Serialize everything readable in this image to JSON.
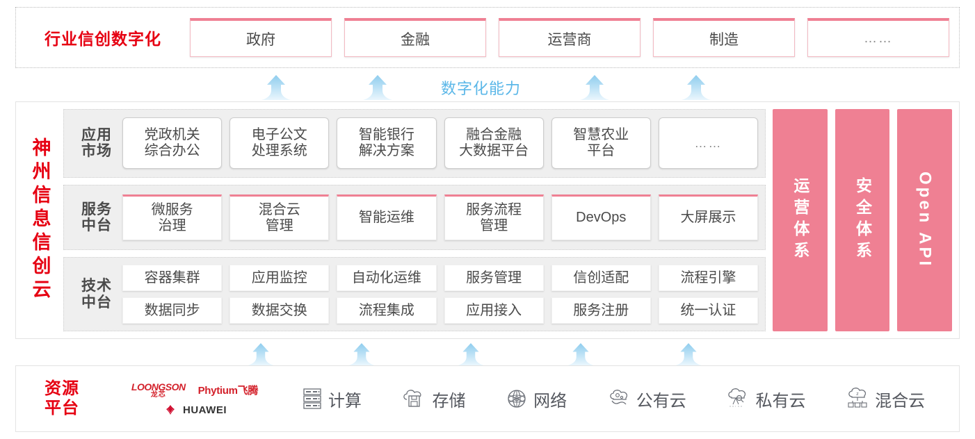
{
  "industry": {
    "title": "行业信创数字化",
    "cards": [
      {
        "label": "政府"
      },
      {
        "label": "金融"
      },
      {
        "label": "运营商"
      },
      {
        "label": "制造"
      },
      {
        "label": "……"
      }
    ]
  },
  "capability_label": "数字化能力",
  "cloud": {
    "title": "神州信息信创云",
    "layers": [
      {
        "label": "应用\n市场",
        "label_line1": "应用",
        "label_line2": "市场",
        "items": [
          "党政机关\n综合办公",
          "电子公文\n处理系统",
          "智能银行\n解决方案",
          "融合金融\n大数据平台",
          "智慧农业\n平台",
          "……"
        ]
      },
      {
        "label": "服务\n中台",
        "label_line1": "服务",
        "label_line2": "中台",
        "items": [
          "微服务\n治理",
          "混合云\n管理",
          "智能运维",
          "服务流程\n管理",
          "DevOps",
          "大屏展示"
        ]
      },
      {
        "label": "技术\n中台",
        "label_line1": "技术",
        "label_line2": "中台",
        "row1": [
          "容器集群",
          "应用监控",
          "自动化运维",
          "服务管理",
          "信创适配",
          "流程引擎"
        ],
        "row2": [
          "数据同步",
          "数据交换",
          "流程集成",
          "应用接入",
          "服务注册",
          "统一认证"
        ]
      }
    ],
    "pillars": [
      {
        "label": "运营体系",
        "type": "cn"
      },
      {
        "label": "安全体系",
        "type": "cn"
      },
      {
        "label": "Open API",
        "type": "latin"
      }
    ]
  },
  "resource": {
    "title_line1": "资源",
    "title_line2": "平台",
    "vendors": [
      {
        "name_en": "LOONGSON",
        "name_cn": "龙芯"
      },
      {
        "name": "Phytium飞腾"
      },
      {
        "name": "HUAWEI"
      }
    ],
    "items": [
      {
        "label": "计算",
        "icon": "server-icon"
      },
      {
        "label": "存储",
        "icon": "cloud-storage-icon"
      },
      {
        "label": "网络",
        "icon": "network-icon"
      },
      {
        "label": "公有云",
        "icon": "public-cloud-icon"
      },
      {
        "label": "私有云",
        "icon": "private-cloud-icon"
      },
      {
        "label": "混合云",
        "icon": "hybrid-cloud-icon"
      }
    ]
  },
  "colors": {
    "brand_red": "#e60012",
    "pink": "#ef8093",
    "arrow_blue": "#9fd4f0",
    "panel_gray": "#efefef",
    "text_dark": "#4a4a4a"
  }
}
